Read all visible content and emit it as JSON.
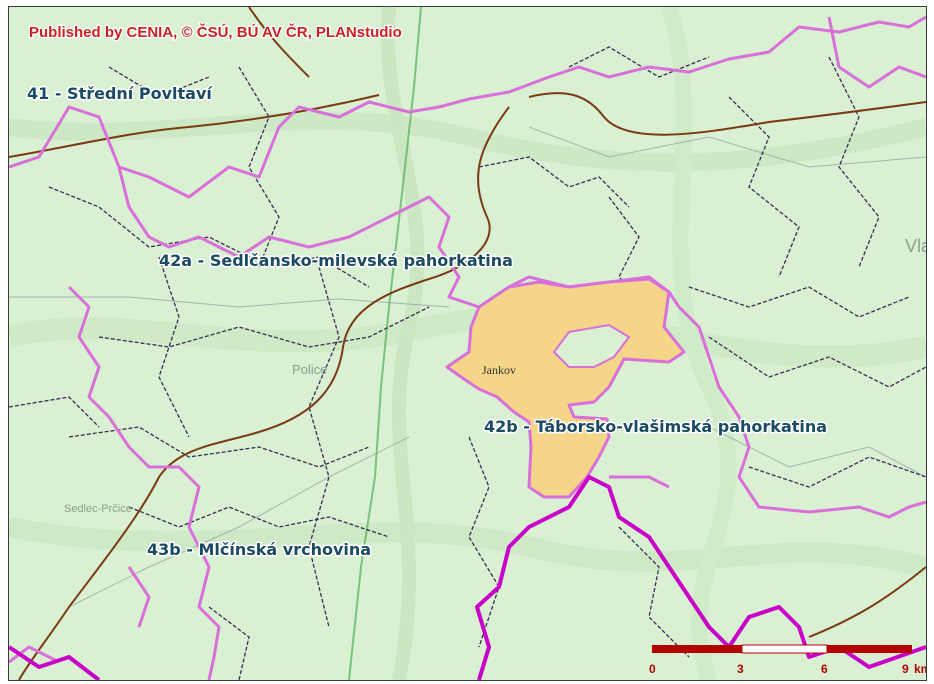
{
  "credit": "Published by CENIA, © ČSÚ, BÚ AV ČR, PLANstudio",
  "highlighted_municipality": "Jankov",
  "regions": [
    {
      "code": "41",
      "name": "41 - Střední Povltaví"
    },
    {
      "code": "42a",
      "name": "42a - Sedlčansko-milevská pahorkatina"
    },
    {
      "code": "42b",
      "name": "42b - Táborsko-vlašimská pahorkatina"
    },
    {
      "code": "43b",
      "name": "43b - Mlčínská vrchovina"
    }
  ],
  "map_text": [
    "Vla",
    "Police",
    "Sedlec-Prčice"
  ],
  "scale_bar": {
    "labels": [
      "0",
      "3",
      "6",
      "9"
    ],
    "unit": "km"
  },
  "colors": {
    "background": "#d9f0d3",
    "highlight_fill": "#f5d58a",
    "region_border": "#d96fd9",
    "district_border": "#c800c8",
    "municipal_border": "#3b2b55",
    "river": "#7a3b12",
    "scale_red": "#b40000",
    "credit_red": "#cc1f1f",
    "label_blue": "#1b4a63"
  }
}
